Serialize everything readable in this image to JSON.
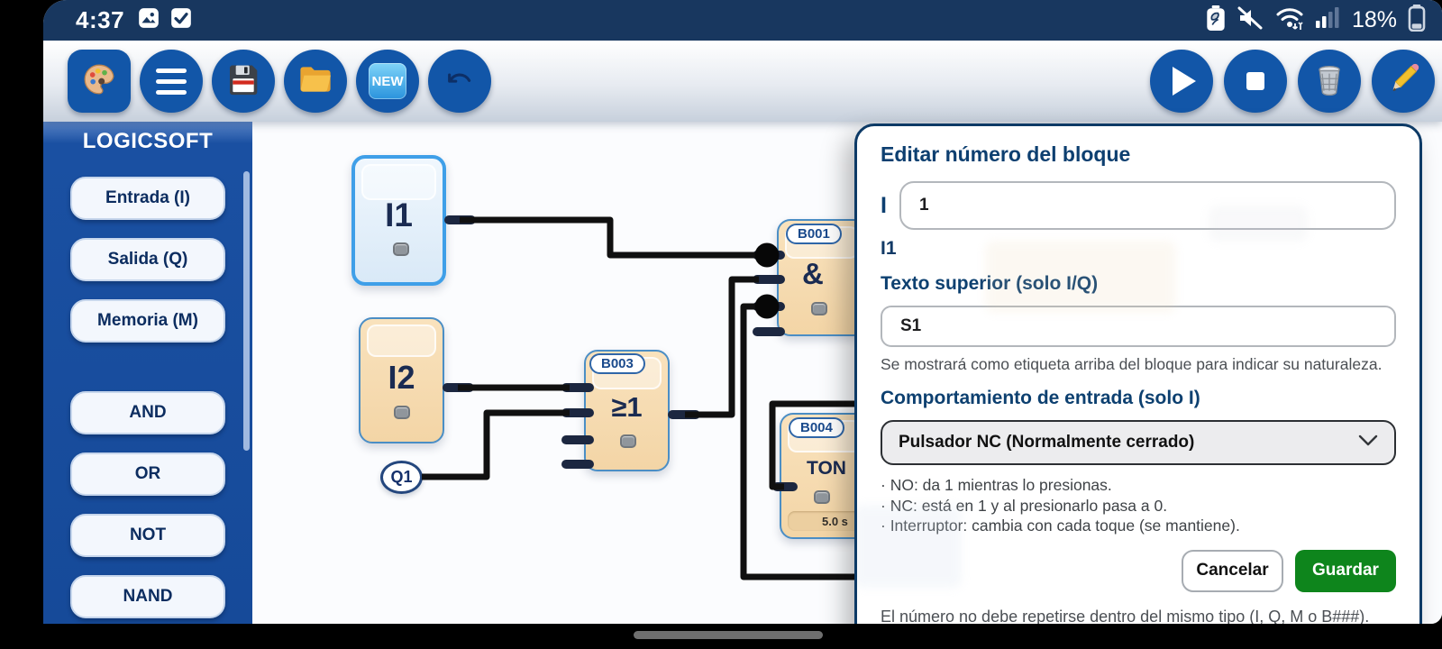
{
  "status_bar": {
    "time": "4:37",
    "battery_percent": "18%",
    "left_icons": [
      "gallery",
      "checkmark"
    ],
    "right_icons": [
      "battery-saver",
      "mute",
      "wifi",
      "signal",
      "battery"
    ]
  },
  "toolbar": {
    "new_label": "NEW",
    "left_buttons": [
      "palette",
      "menu",
      "save",
      "open-folder",
      "new",
      "undo"
    ],
    "right_buttons": [
      "run",
      "stop",
      "delete",
      "edit"
    ]
  },
  "sidebar": {
    "title": "LOGICSOFT",
    "items": [
      "Entrada (I)",
      "Salida (Q)",
      "Memoria (M)",
      "AND",
      "OR",
      "NOT",
      "NAND"
    ]
  },
  "canvas": {
    "blocks": {
      "i1": {
        "label": "I1"
      },
      "i2": {
        "label": "I2"
      },
      "b003": {
        "badge": "B003",
        "symbol": "≥1"
      },
      "b001": {
        "badge": "B001",
        "symbol": "&"
      },
      "b004": {
        "badge": "B004",
        "symbol": "TON",
        "param": "5.0 s"
      },
      "q1": {
        "label": "Q1"
      }
    }
  },
  "dialog": {
    "title": "Editar número del bloque",
    "prefix_label": "I",
    "number_value": "1",
    "preview": "I1",
    "top_text_heading": "Texto superior (solo I/Q)",
    "top_text_value": "S1",
    "top_text_help": "Se mostrará como etiqueta arriba del bloque para indicar su naturaleza.",
    "behavior_heading": "Comportamiento de entrada (solo I)",
    "behavior_value": "Pulsador NC (Normalmente cerrado)",
    "bullets": [
      "· NO: da 1 mientras lo presionas.",
      "· NC: está en 1 y al presionarlo pasa a 0.",
      "· Interruptor: cambia con cada toque (se mantiene)."
    ],
    "cancel_label": "Cancelar",
    "save_label": "Guardar",
    "footnote": "El número no debe repetirse dentro del mismo tipo (I, Q, M o B###)."
  },
  "colors": {
    "accent_blue": "#1256a8",
    "sidebar_blue": "#174a99",
    "status_navy": "#18375f",
    "save_green": "#0e851c",
    "block_tan": "#f6d9ad",
    "block_blue_border": "#3f9fe8",
    "wire_black": "#101010"
  }
}
